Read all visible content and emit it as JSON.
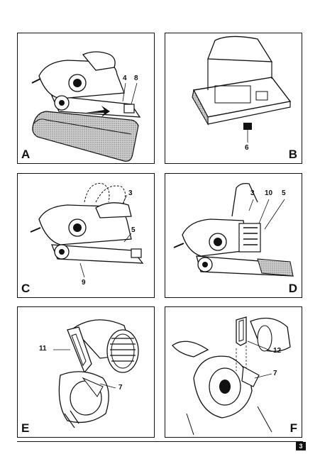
{
  "panels": {
    "A": {
      "letter": "A",
      "labels": [
        "4",
        "8"
      ]
    },
    "B": {
      "letter": "B",
      "labels": [
        "6"
      ]
    },
    "C": {
      "letter": "C",
      "labels": [
        "3",
        "5",
        "9"
      ]
    },
    "D": {
      "letter": "D",
      "labels": [
        "3",
        "10",
        "5"
      ]
    },
    "E": {
      "letter": "E",
      "labels": [
        "11",
        "7"
      ]
    },
    "F": {
      "letter": "F",
      "labels": [
        "12",
        "7"
      ]
    }
  },
  "footer": {
    "page_number": "3"
  },
  "colors": {
    "line": "#111111",
    "background": "#ffffff",
    "sanding_belt": "#bdbdbd"
  }
}
